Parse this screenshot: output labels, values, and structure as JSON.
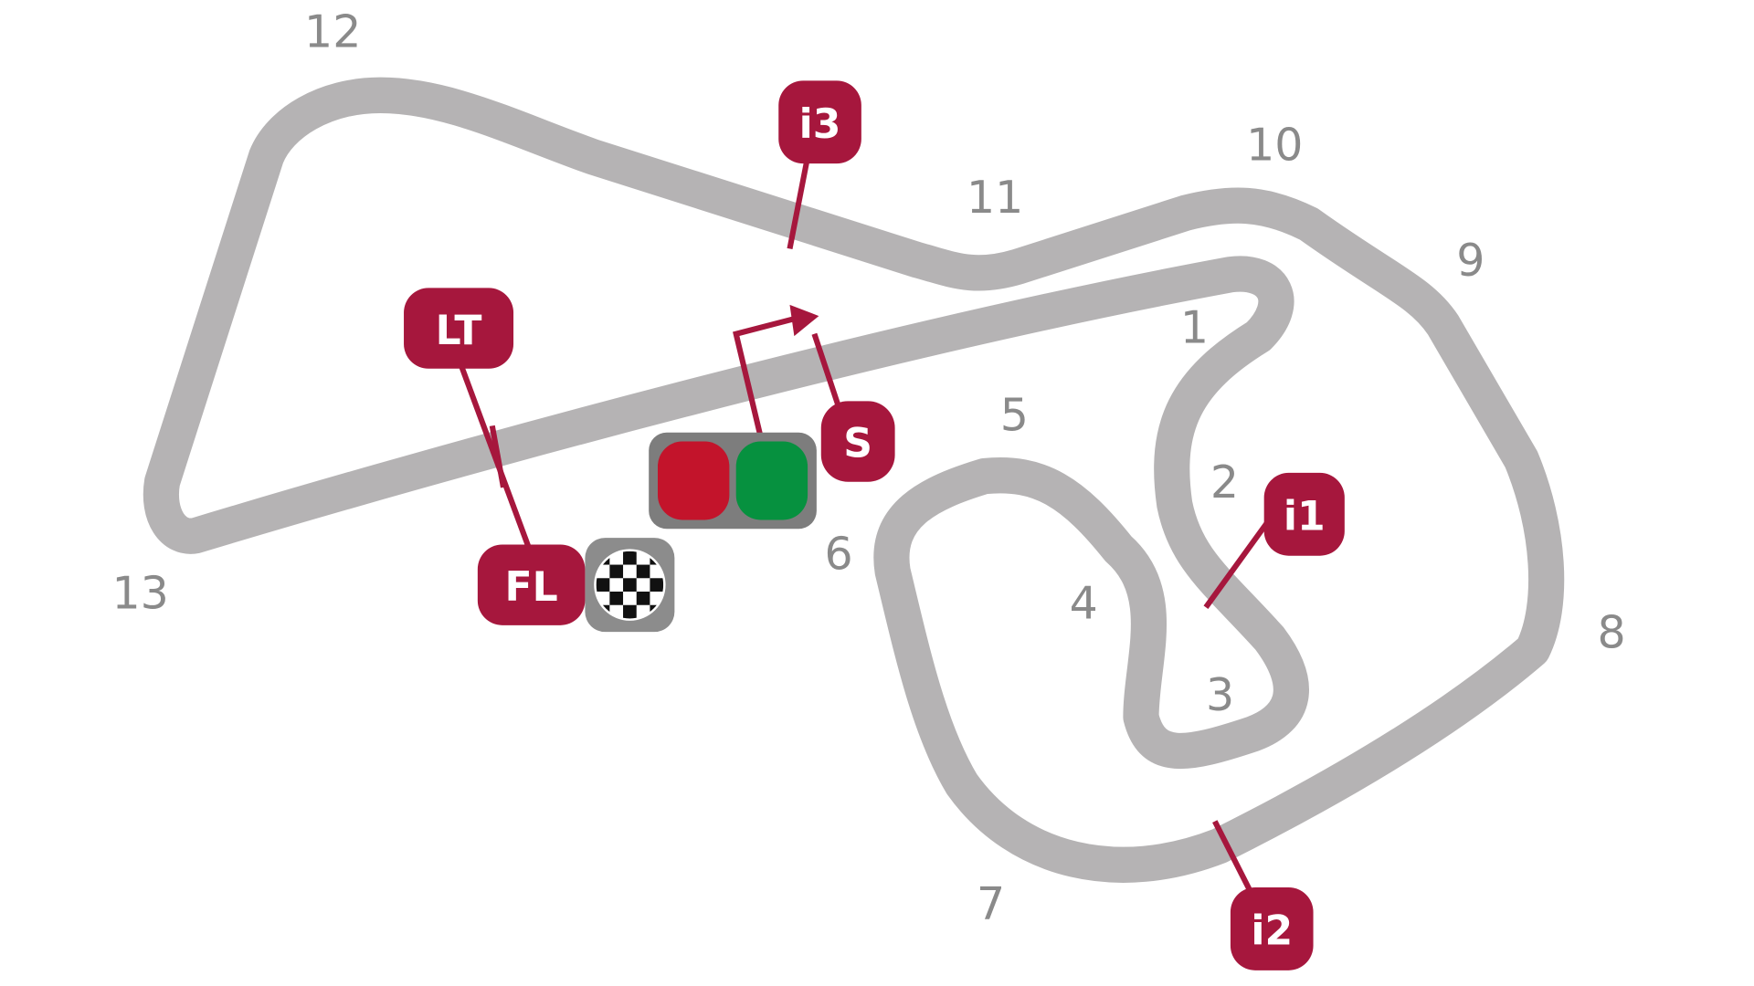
{
  "turns": [
    "1",
    "2",
    "3",
    "4",
    "5",
    "6",
    "7",
    "8",
    "9",
    "10",
    "11",
    "12",
    "13"
  ],
  "markers": {
    "i1": "i1",
    "i2": "i2",
    "i3": "i3",
    "lt": "LT",
    "fl": "FL",
    "s": "S"
  },
  "colors": {
    "track": "#b5b3b4",
    "marker": "#a6173d",
    "light_red": "#c3142b",
    "light_green": "#06913f",
    "text": "#8a8a8a"
  }
}
